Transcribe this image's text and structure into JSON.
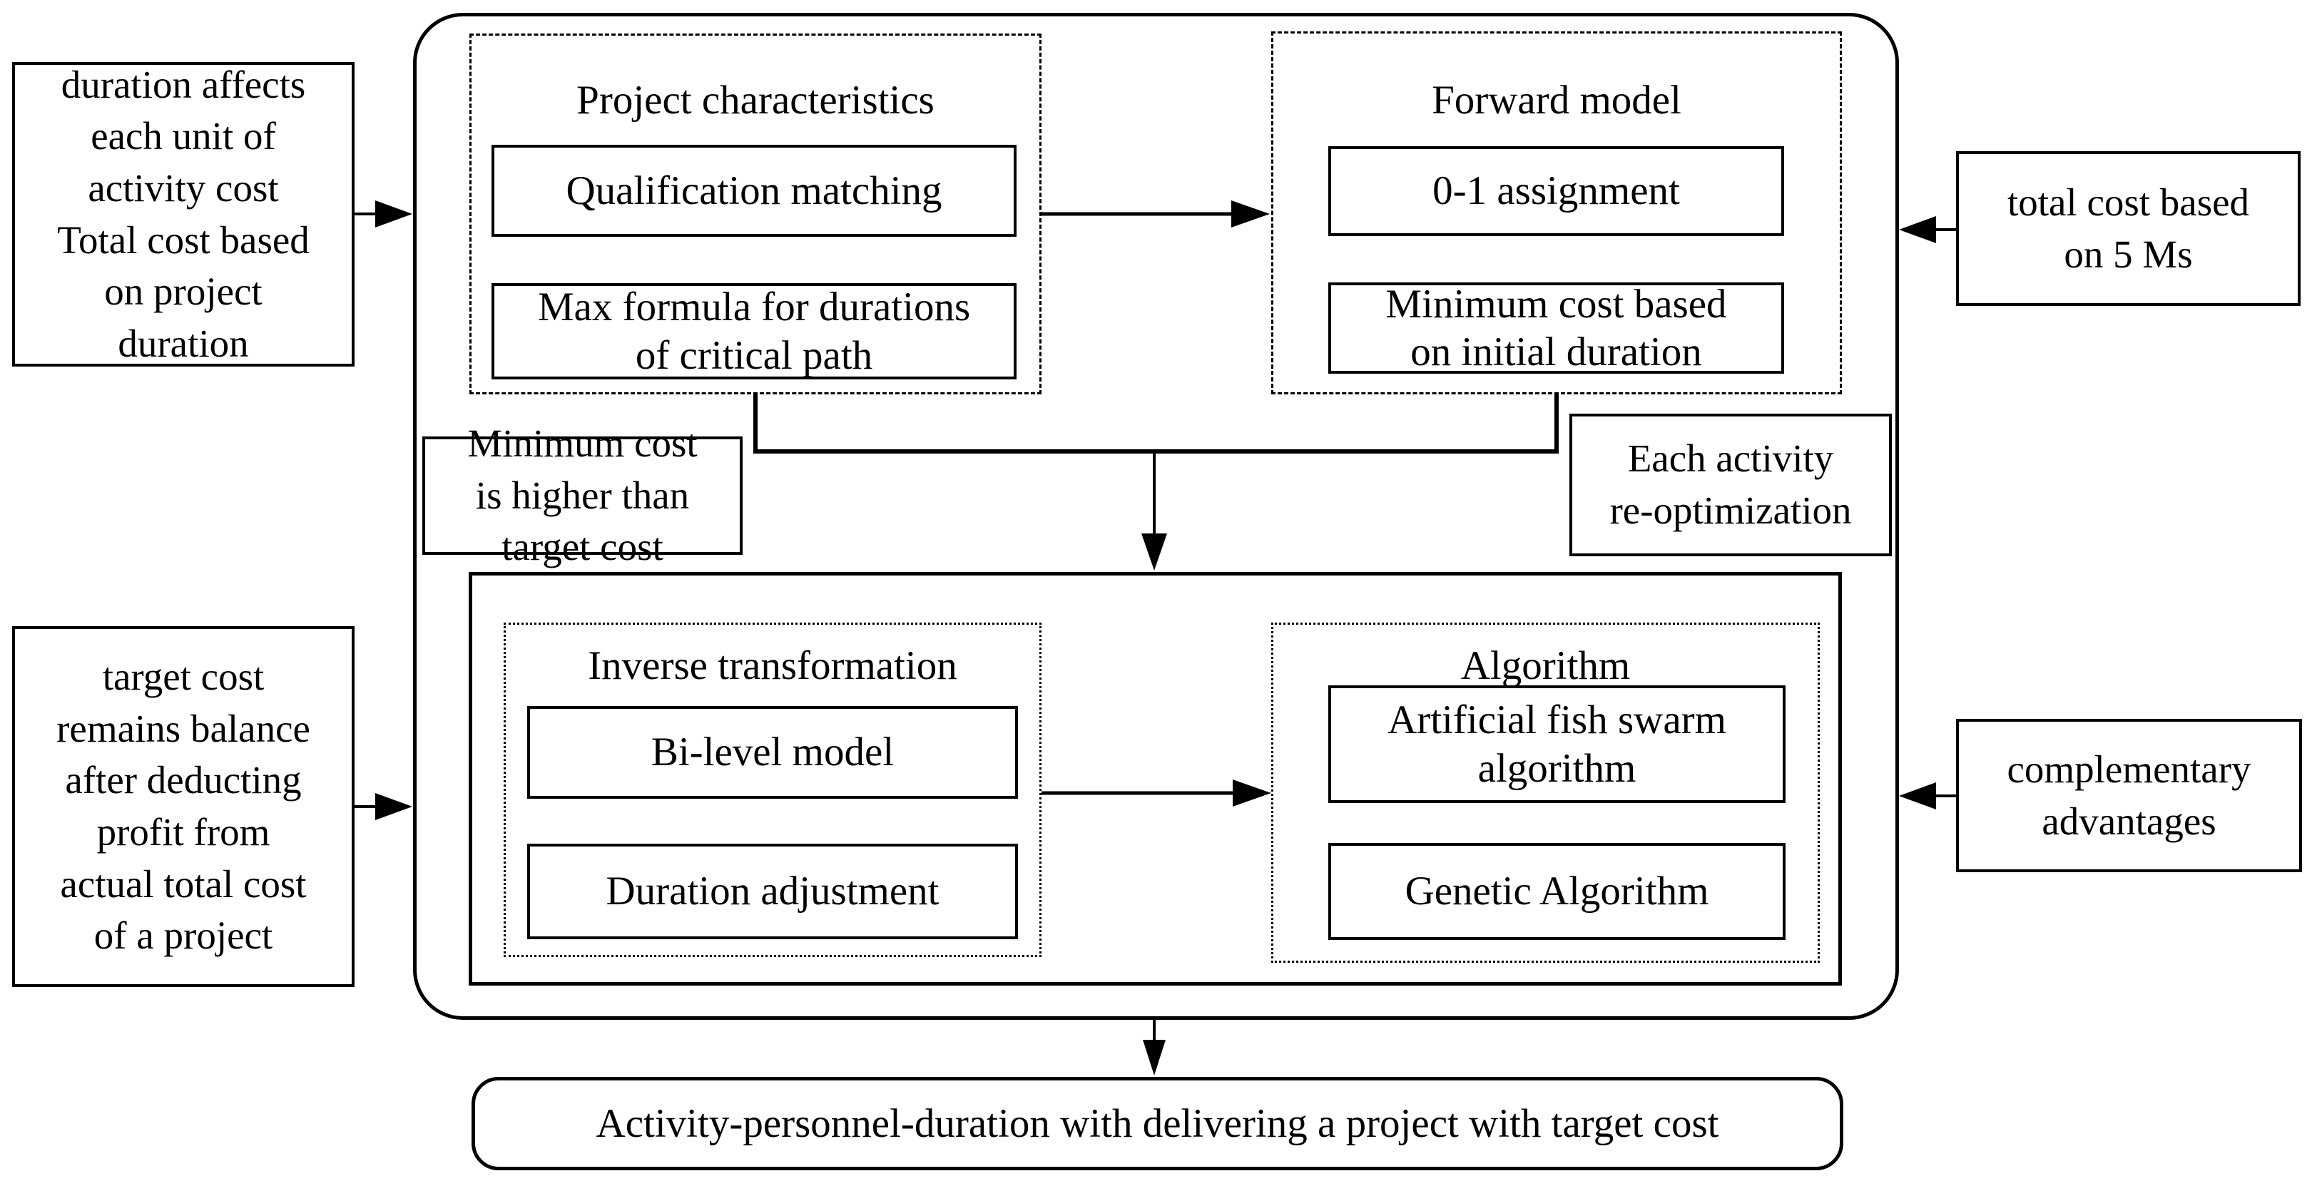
{
  "diagram": {
    "notes": {
      "left_top": "duration affects\neach unit of\nactivity cost\nTotal cost based\non project\nduration",
      "left_bottom": "target cost\nremains balance\nafter deducting\nprofit from\nactual total cost\nof a project",
      "right_top": "total cost based\non 5 Ms",
      "right_bottom": "complementary\nadvantages",
      "minimum_cost": "Minimum cost\nis higher than\ntarget cost",
      "each_activity": "Each activity\nre-optimization"
    },
    "project_characteristics": {
      "title": "Project characteristics",
      "qualification_matching": "Qualification matching",
      "max_formula": "Max formula for durations\nof critical path"
    },
    "forward_model": {
      "title": "Forward model",
      "assignment": "0-1 assignment",
      "minimum_cost_initial": "Minimum cost based\non initial duration"
    },
    "inverse_transformation": {
      "title": "Inverse transformation",
      "bi_level": "Bi-level model",
      "duration_adjustment": "Duration adjustment"
    },
    "algorithm": {
      "title": "Algorithm",
      "artificial_fish_swarm": "Artificial fish swarm\nalgorithm",
      "genetic": "Genetic Algorithm"
    },
    "output": "Activity-personnel-duration with delivering a project with target cost",
    "colors": {
      "line": "#000000",
      "background": "#ffffff"
    }
  }
}
